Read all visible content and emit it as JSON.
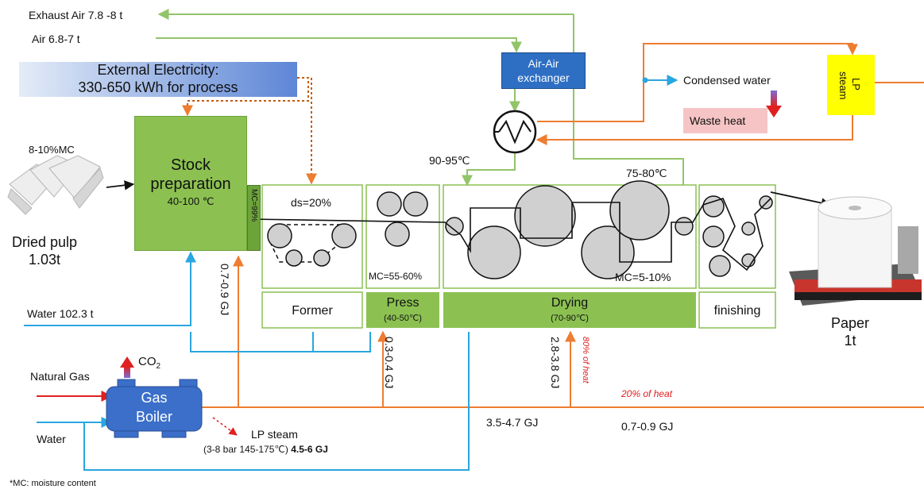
{
  "flows": {
    "exhaust_air": "Exhaust Air 7.8 -8 t",
    "air_in": "Air 6.8-7 t",
    "water_in": "Water 102.3 t",
    "natural_gas": "Natural Gas",
    "water_boiler": "Water",
    "condensed_water": "Condensed water",
    "waste_heat": "Waste heat",
    "co2_label": "CO",
    "co2_sub": "2"
  },
  "electricity": {
    "line1": "External Electricity:",
    "line2": "330-650 kWh for process"
  },
  "stock_prep": {
    "title_line1": "Stock",
    "title_line2": "preparation",
    "temp": "40-100 ℃",
    "mc_tag": "MC=99%"
  },
  "pulp": {
    "mc": "8-10%MC",
    "name_line1": "Dried pulp",
    "name_line2": "1.03t"
  },
  "paper": {
    "name_line1": "Paper",
    "name_line2": "1t"
  },
  "exchanger": {
    "line1": "Air-Air",
    "line2": "exchanger"
  },
  "lp_steam_box": {
    "line1": "LP",
    "line2": "steam"
  },
  "temps": {
    "t_90_95": "90-95℃",
    "t_75_80": "75-80℃"
  },
  "sections": {
    "former_ds": "ds=20%",
    "press_mc": "MC=55-60%",
    "drying_mc": "MC=5-10%",
    "former_label": "Former",
    "press_label": "Press",
    "press_temp": "(40-50℃)",
    "drying_label": "Drying",
    "drying_temp": "(70-90℃)",
    "finishing_label": "finishing"
  },
  "energy": {
    "stock_gj": "0.7-0.9 GJ",
    "press_gj": "0.3-0.4 GJ",
    "drying_gj": "2.8-3.8 GJ",
    "heat_80": "80% of heat",
    "heat_20": "20% of heat",
    "main_gj": "3.5-4.7 GJ",
    "recovered_gj": "0.7-0.9 GJ"
  },
  "boiler": {
    "line1": "Gas",
    "line2": "Boiler",
    "lp_steam": "LP steam",
    "lp_detail": "(3-8 bar 145-175℃) ",
    "lp_total": "4.5-6 GJ"
  },
  "footnote": "*MC: moisture content",
  "colors": {
    "green_fill": "#8cc152",
    "green_line": "#92c46a",
    "orange": "#ed7d31",
    "blue": "#2aa6e0",
    "exchanger_blue": "#2e6fc4",
    "yellow": "#ffff00",
    "red": "#e02020",
    "boiler_blue": "#3b6fc9",
    "waste_heat_bg": "#f6c4c4",
    "roll_gray": "#d0d0d0"
  },
  "icons": {
    "heat_exchanger": "heat-exchanger-icon",
    "pulp_bales": "pulp-bales-icon",
    "paper_roll": "paper-roll-icon",
    "co2_arrow": "co2-up-arrow-icon",
    "waste_heat_arrow": "waste-heat-down-arrow-icon"
  }
}
